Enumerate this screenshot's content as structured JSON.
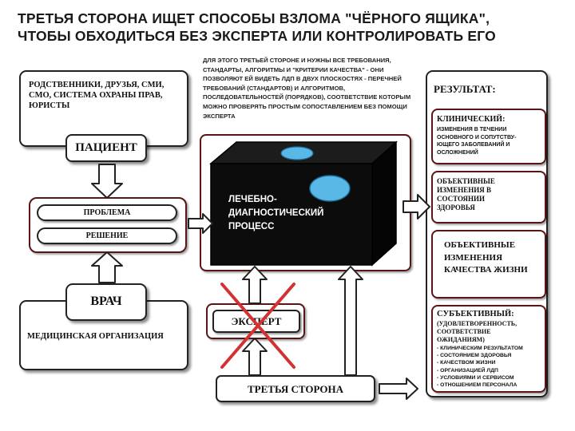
{
  "title": {
    "line1": "ТРЕТЬЯ СТОРОНА ИЩЕТ СПОСОБЫ ВЗЛОМА \"ЧЁРНОГО ЯЩИКА\",",
    "line2": "ЧТОБЫ ОБХОДИТЬСЯ БЕЗ ЭКСПЕРТА ИЛИ КОНТРОЛИРОВАТЬ ЕГО"
  },
  "note": "ДЛЯ ЭТОГО ТРЕТЬЕЙ СТОРОНЕ И НУЖНЫ ВСЕ ТРЕБОВАНИЯ, СТАНДАРТЫ, АЛГОРИТМЫ И \"КРИТЕРИИ КАЧЕСТВА\" - ОНИ ПОЗВОЛЯЮТ ЕЙ ВИДЕТЬ ЛДП В ДВУХ ПЛОСКОСТЯХ - ПЕРЕЧНЕЙ ТРЕБОВАНИЙ (СТАНДАРТОВ) И АЛГОРИТМОВ, ПОСЛЕДОВАТЕЛЬНОСТЕЙ (ПОРЯДКОВ), СООТВЕТСТВИЕ КОТОРЫМ МОЖНО ПРОВЕРЯТЬ ПРОСТЫМ СОПОСТАВЛЕНИЕМ БЕЗ ПОМОЩИ ЭКСПЕРТА",
  "relatives": "РОДСТВЕННИКИ, ДРУЗЬЯ, СМИ, СМО, СИСТЕМА ОХРАНЫ ПРАВ, ЮРИСТЫ",
  "patient": "ПАЦИЕНТ",
  "problem": "ПРОБЛЕМА",
  "solution": "РЕШЕНИЕ",
  "doctor": "ВРАЧ",
  "med_org": "МЕДИЦИНСКАЯ ОРГАНИЗАЦИЯ",
  "black_box": "ЛЕЧЕБНО-ДИАГНОСТИЧЕСКИЙ ПРОЦЕСС",
  "expert": "ЭКСПЕРТ",
  "third_party": "ТРЕТЬЯ СТОРОНА",
  "result": {
    "heading": "РЕЗУЛЬТАТ:",
    "clinical_title": "КЛИНИЧЕСКИЙ:",
    "clinical_text": "ИЗМЕНЕНИЯ В ТЕЧЕНИИ ОСНОВНОГО И СОПУТСТВУ-ЮЩЕГО ЗАБОЛЕВАНИЙ И ОСЛОЖНЕНИЙ",
    "objective_health": "ОБЪЕКТИВНЫЕ ИЗМЕНЕНИЯ В СОСТОЯНИИ ЗДОРОВЬЯ",
    "objective_quality": "ОБЪЕКТИВНЫЕ ИЗМЕНЕНИЯ КАЧЕСТВА ЖИЗНИ",
    "subjective_title": "СУБЪЕКТИВНЫЙ:",
    "subjective_sub": "(УДОВЛЕТВОРЕННОСТЬ, СООТВЕТСТВИЕ ОЖИДАНИЯМ)",
    "subjective_items": [
      "- КЛИНИЧЕСКИМ РЕЗУЛЬТАТОМ",
      "- СОСТОЯНИЕМ ЗДОРОВЬЯ",
      "- КАЧЕСТВОМ ЖИЗНИ",
      "- ОРГАНИЗАЦИЕЙ ЛДП",
      "- УСЛОВИЯМИ И СЕРВИСОМ",
      "- ОТНОШЕНИЕМ ПЕРСОНАЛА"
    ]
  },
  "colors": {
    "dark_red_border": "#5a1515",
    "cross": "#d23232",
    "black_box": "#0c0c0c",
    "lens": "#5ab8e6"
  }
}
